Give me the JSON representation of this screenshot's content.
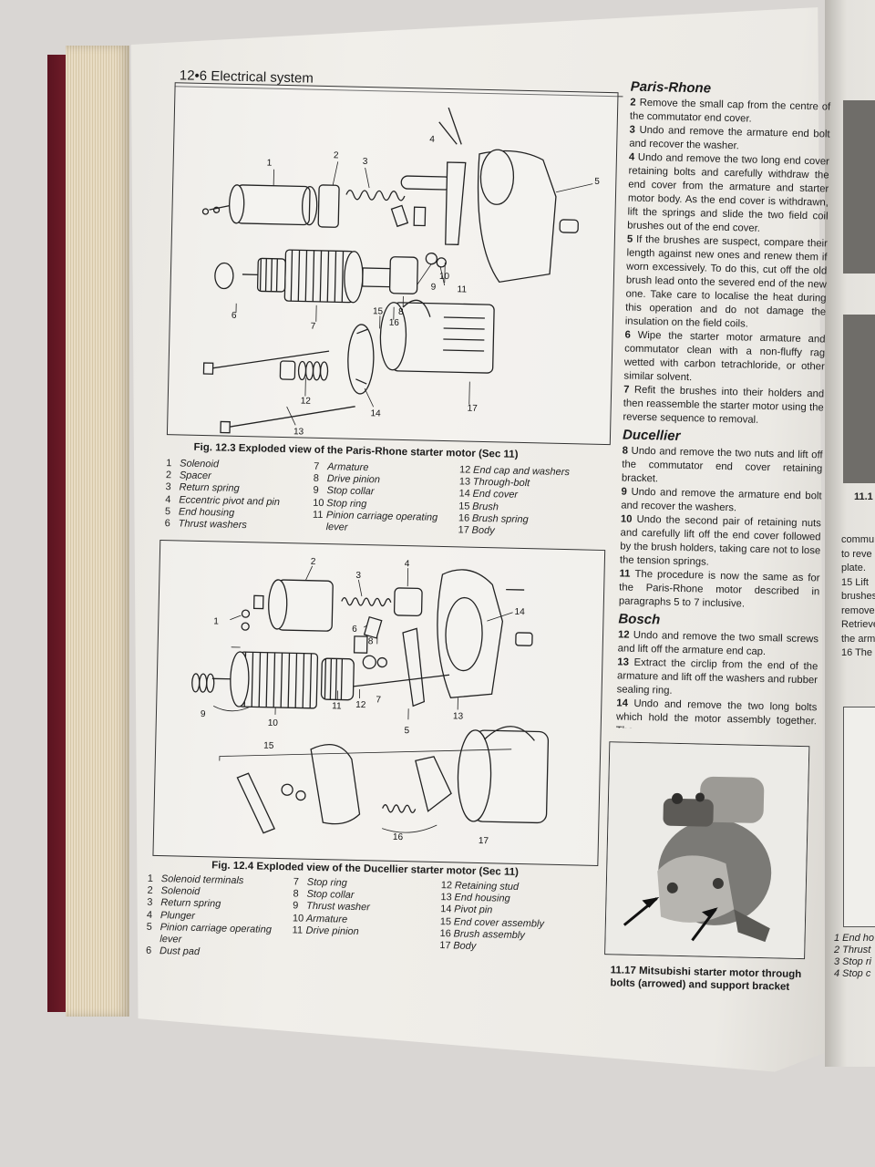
{
  "header": {
    "title": "12•6 Electrical system"
  },
  "figure_1": {
    "caption": "Fig. 12.3 Exploded view of the Paris-Rhone starter motor (Sec 11)",
    "callouts": [
      "1",
      "2",
      "3",
      "4",
      "5",
      "6",
      "7",
      "8",
      "9",
      "10",
      "11",
      "15",
      "16",
      "12",
      "17",
      "13",
      "14"
    ],
    "legend": [
      {
        "n": "1",
        "label": "Solenoid"
      },
      {
        "n": "2",
        "label": "Spacer"
      },
      {
        "n": "3",
        "label": "Return spring"
      },
      {
        "n": "4",
        "label": "Eccentric pivot and pin"
      },
      {
        "n": "5",
        "label": "End housing"
      },
      {
        "n": "6",
        "label": "Thrust washers"
      },
      {
        "n": "7",
        "label": "Armature"
      },
      {
        "n": "8",
        "label": "Drive pinion"
      },
      {
        "n": "9",
        "label": "Stop collar"
      },
      {
        "n": "10",
        "label": "Stop ring"
      },
      {
        "n": "11",
        "label": "Pinion carriage operating",
        "label2": "lever"
      },
      {
        "n": "12",
        "label": "End cap and washers"
      },
      {
        "n": "13",
        "label": "Through-bolt"
      },
      {
        "n": "14",
        "label": "End cover"
      },
      {
        "n": "15",
        "label": "Brush"
      },
      {
        "n": "16",
        "label": "Brush spring"
      },
      {
        "n": "17",
        "label": "Body"
      }
    ]
  },
  "figure_2": {
    "caption": "Fig. 12.4 Exploded view of the Ducellier starter motor (Sec 11)",
    "callouts": [
      "2",
      "3",
      "4",
      "1",
      "6",
      "8",
      "7",
      "12",
      "11",
      "14",
      "9",
      "10",
      "5",
      "13",
      "15",
      "16",
      "17"
    ],
    "legend": [
      {
        "n": "1",
        "label": "Solenoid terminals"
      },
      {
        "n": "2",
        "label": "Solenoid"
      },
      {
        "n": "3",
        "label": "Return spring"
      },
      {
        "n": "4",
        "label": "Plunger"
      },
      {
        "n": "5",
        "label": "Pinion carriage operating",
        "label2": "lever"
      },
      {
        "n": "6",
        "label": "Dust pad"
      },
      {
        "n": "7",
        "label": "Stop ring"
      },
      {
        "n": "8",
        "label": "Stop collar"
      },
      {
        "n": "9",
        "label": "Thrust washer"
      },
      {
        "n": "10",
        "label": "Armature"
      },
      {
        "n": "11",
        "label": "Drive pinion"
      },
      {
        "n": "12",
        "label": "Retaining stud"
      },
      {
        "n": "13",
        "label": "End housing"
      },
      {
        "n": "14",
        "label": "Pivot pin"
      },
      {
        "n": "15",
        "label": "End cover assembly"
      },
      {
        "n": "16",
        "label": "Brush assembly"
      },
      {
        "n": "17",
        "label": "Body"
      }
    ]
  },
  "sections": [
    {
      "heading": "Paris-Rhone",
      "paras": [
        {
          "n": "2",
          "text": "Remove the small cap from the centre of the commutator end cover."
        },
        {
          "n": "3",
          "text": "Undo and remove the armature end bolt and recover the washer."
        },
        {
          "n": "4",
          "text": "Undo and remove the two long end cover retaining bolts and carefully withdraw the end cover from the armature and starter motor body. As the end cover is withdrawn, lift the springs and slide the two field coil brushes out of the end cover."
        },
        {
          "n": "5",
          "text": "If the brushes are suspect, compare their length against new ones and renew them if worn excessively. To do this, cut off the old brush lead onto the severed end of the new one. Take care to localise the heat during this operation and do not damage the insulation on the field coils."
        },
        {
          "n": "6",
          "text": "Wipe the starter motor armature and commutator clean with a non-fluffy rag wetted with carbon tetrachloride, or other similar solvent."
        },
        {
          "n": "7",
          "text": "Refit the brushes into their holders and then reassemble the starter motor using the reverse sequence to removal."
        }
      ]
    },
    {
      "heading": "Ducellier",
      "paras": [
        {
          "n": "8",
          "text": "Undo and remove the two nuts and lift off the commutator end cover retaining bracket."
        },
        {
          "n": "9",
          "text": "Undo and remove the armature end bolt and recover the washers."
        },
        {
          "n": "10",
          "text": "Undo the second pair of retaining nuts and carefully lift off the end cover followed by the brush holders, taking care not to lose the tension springs."
        },
        {
          "n": "11",
          "text": "The procedure is now the same as for the Paris-Rhone motor described in paragraphs 5 to 7 inclusive."
        }
      ]
    },
    {
      "heading": "Bosch",
      "paras": [
        {
          "n": "12",
          "text": "Undo and remove the two small screws and lift off the armature end cap."
        },
        {
          "n": "13",
          "text": "Extract the circlip from the end of the armature and lift off the washers and rubber sealing ring."
        },
        {
          "n": "14",
          "text": "Undo and remove the two long bolts which hold the motor assembly together. The"
        }
      ]
    }
  ],
  "photo": {
    "caption": "11.17 Mitsubishi starter motor through bolts (arrowed) and support bracket"
  },
  "right_page": {
    "fig_label": "11.1",
    "text_lines": [
      "commu",
      "to reve",
      "plate.",
      "15 Lift",
      "brushes",
      "remove",
      "Retrieve",
      "the arma",
      "16 The"
    ],
    "legend_lines": [
      "1  End ho",
      "2  Thrust",
      "3  Stop ri",
      "4  Stop c"
    ]
  }
}
